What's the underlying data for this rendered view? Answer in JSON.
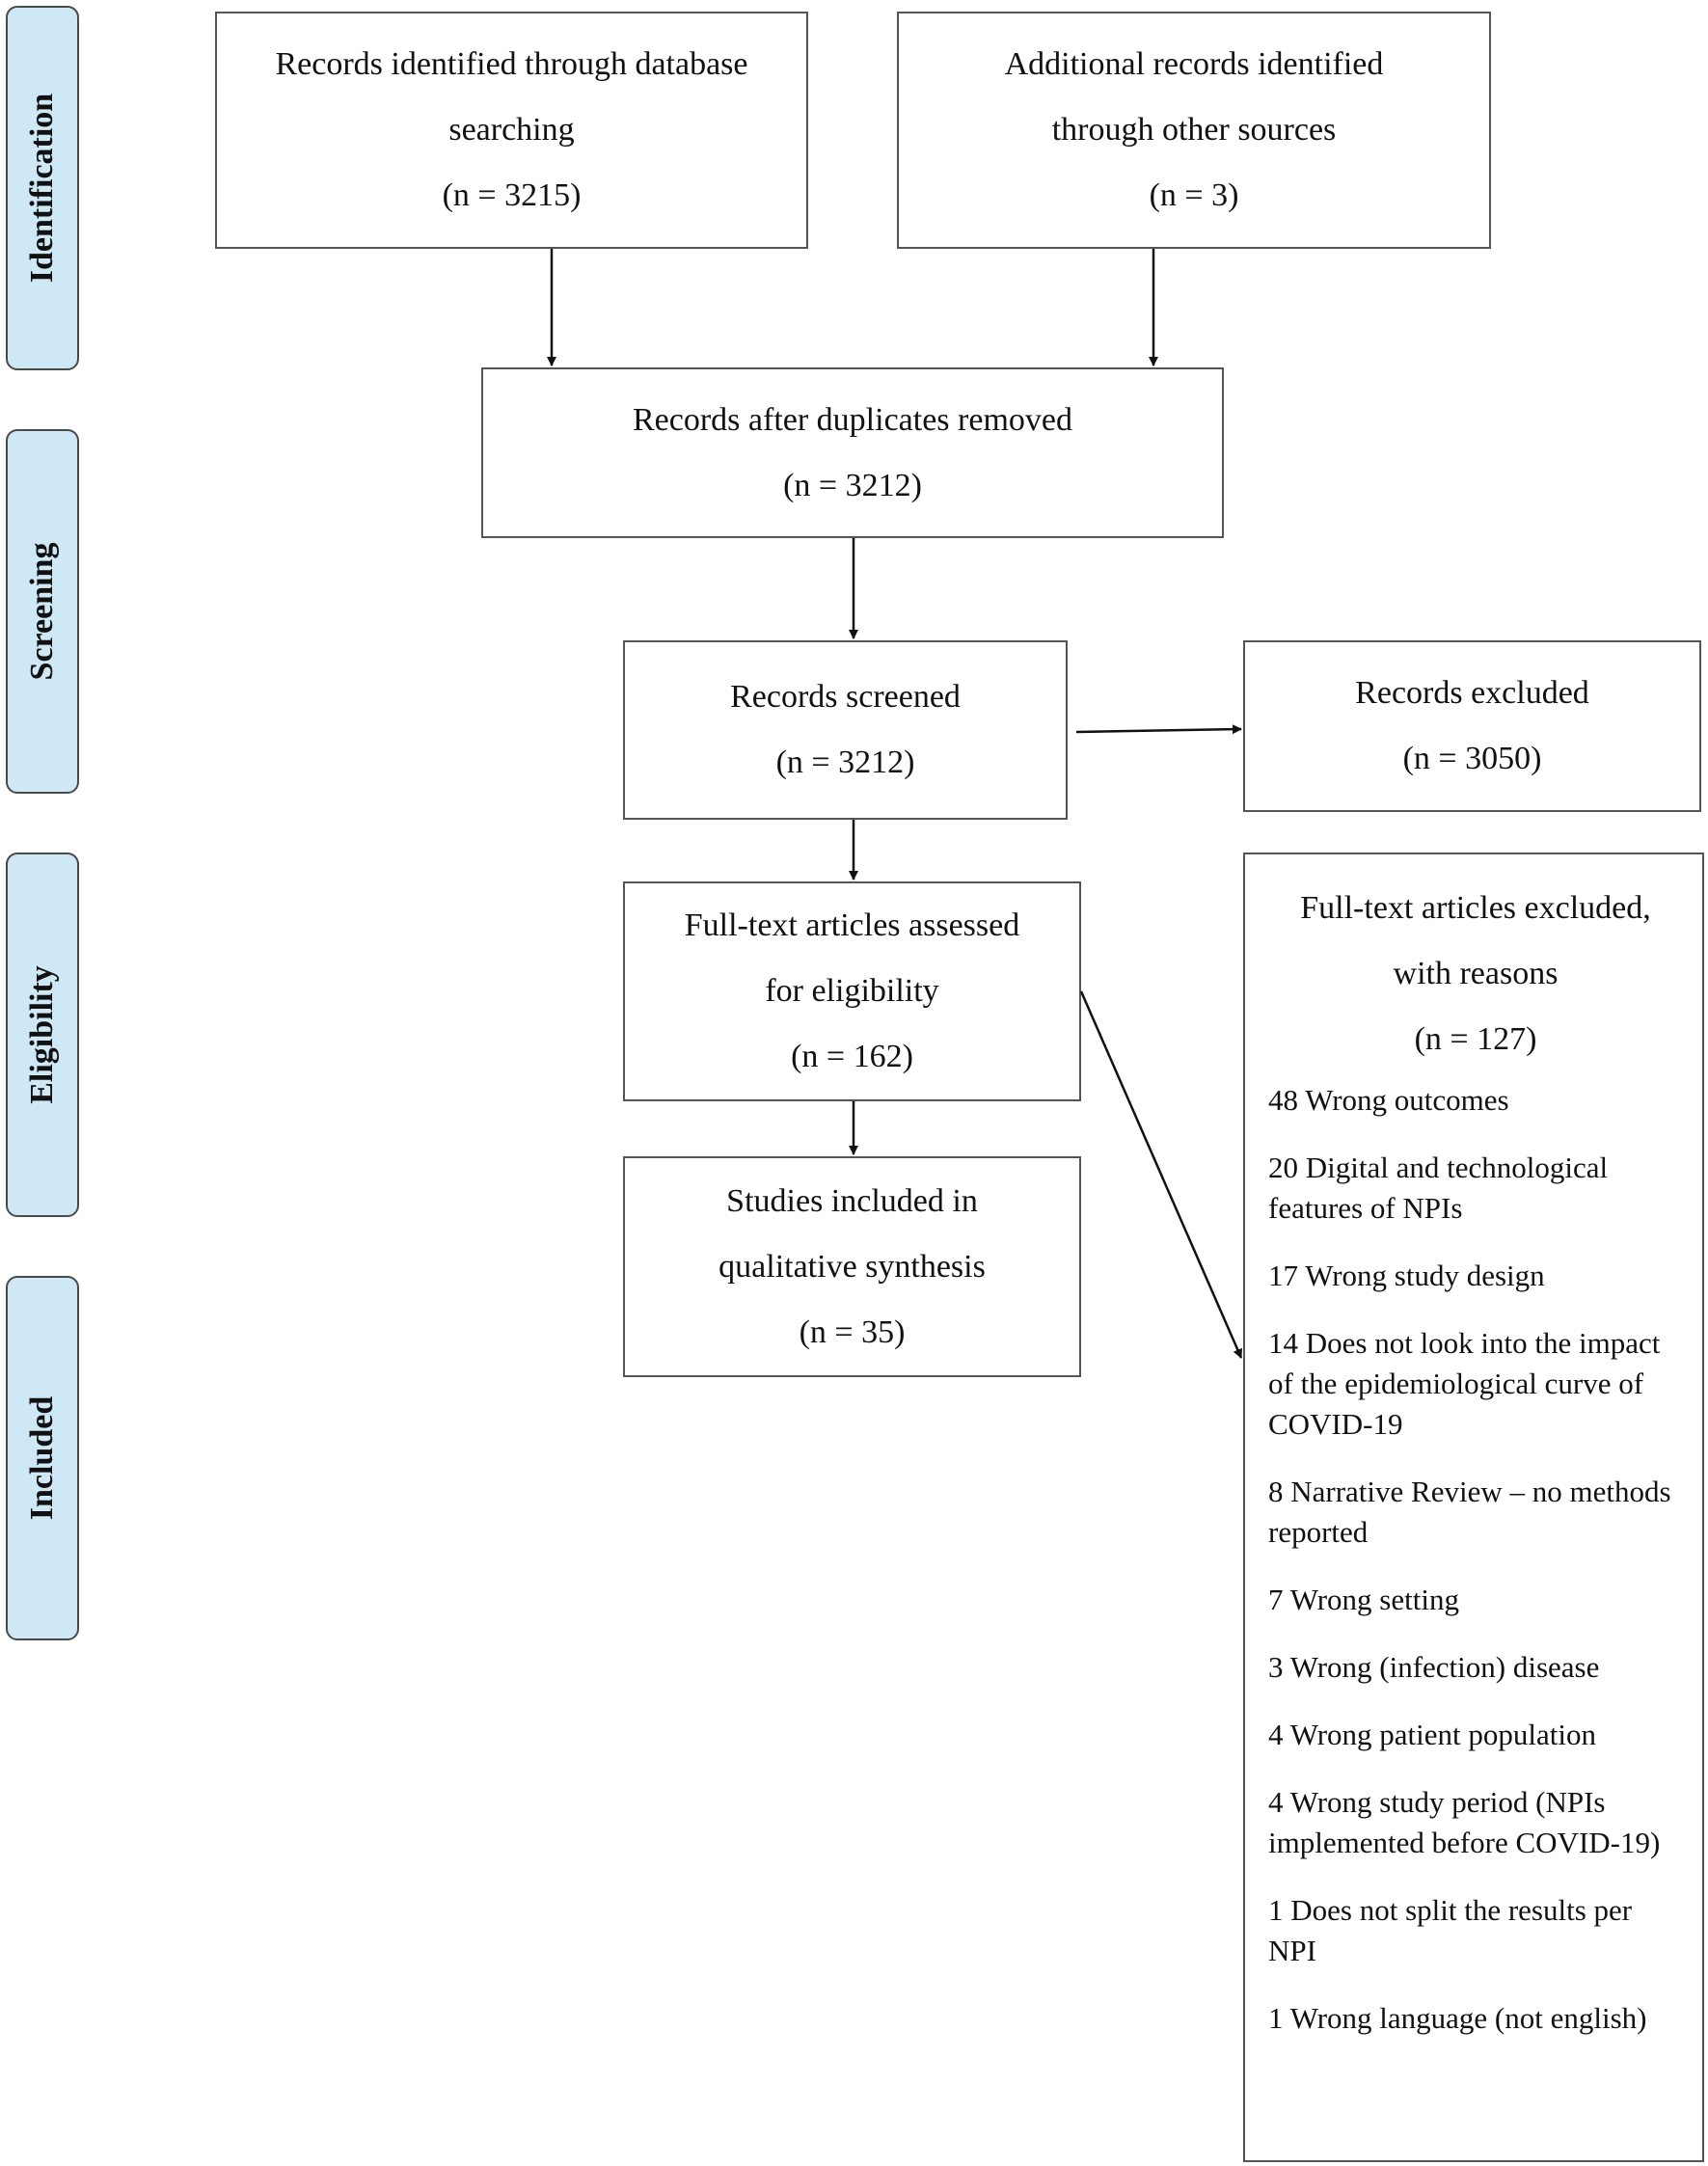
{
  "phases": {
    "identification": "Identification",
    "screening": "Screening",
    "eligibility": "Eligibility",
    "included": "Included"
  },
  "boxes": {
    "database": {
      "line1": "Records identified through database",
      "line2": "searching",
      "count": "(n = 3215)"
    },
    "other": {
      "line1": "Additional records identified",
      "line2": "through other sources",
      "count": "(n = 3)"
    },
    "dedup": {
      "line1": "Records after duplicates removed",
      "count": "(n = 3212)"
    },
    "screened": {
      "line1": "Records screened",
      "count": "(n = 3212)"
    },
    "excluded": {
      "line1": "Records excluded",
      "count": "(n = 3050)"
    },
    "fulltext": {
      "line1": "Full-text articles assessed",
      "line2": "for eligibility",
      "count": "(n = 162)"
    },
    "included": {
      "line1": "Studies included in",
      "line2": "qualitative synthesis",
      "count": "(n = 35)"
    },
    "fulltext_excluded": {
      "line1": "Full-text articles excluded,",
      "line2": "with reasons",
      "count": "(n = 127)",
      "reasons": [
        "48 Wrong outcomes",
        "20 Digital and technological features of NPIs",
        "17 Wrong study design",
        "14 Does not look into the impact of the epidemiological curve of COVID-19",
        "8 Narrative Review – no methods reported",
        "7 Wrong setting",
        "3 Wrong (infection) disease",
        "4 Wrong patient population",
        "4 Wrong study period (NPIs implemented before COVID-19)",
        "1 Does not split the results per NPI",
        "1 Wrong language (not english)"
      ]
    }
  }
}
